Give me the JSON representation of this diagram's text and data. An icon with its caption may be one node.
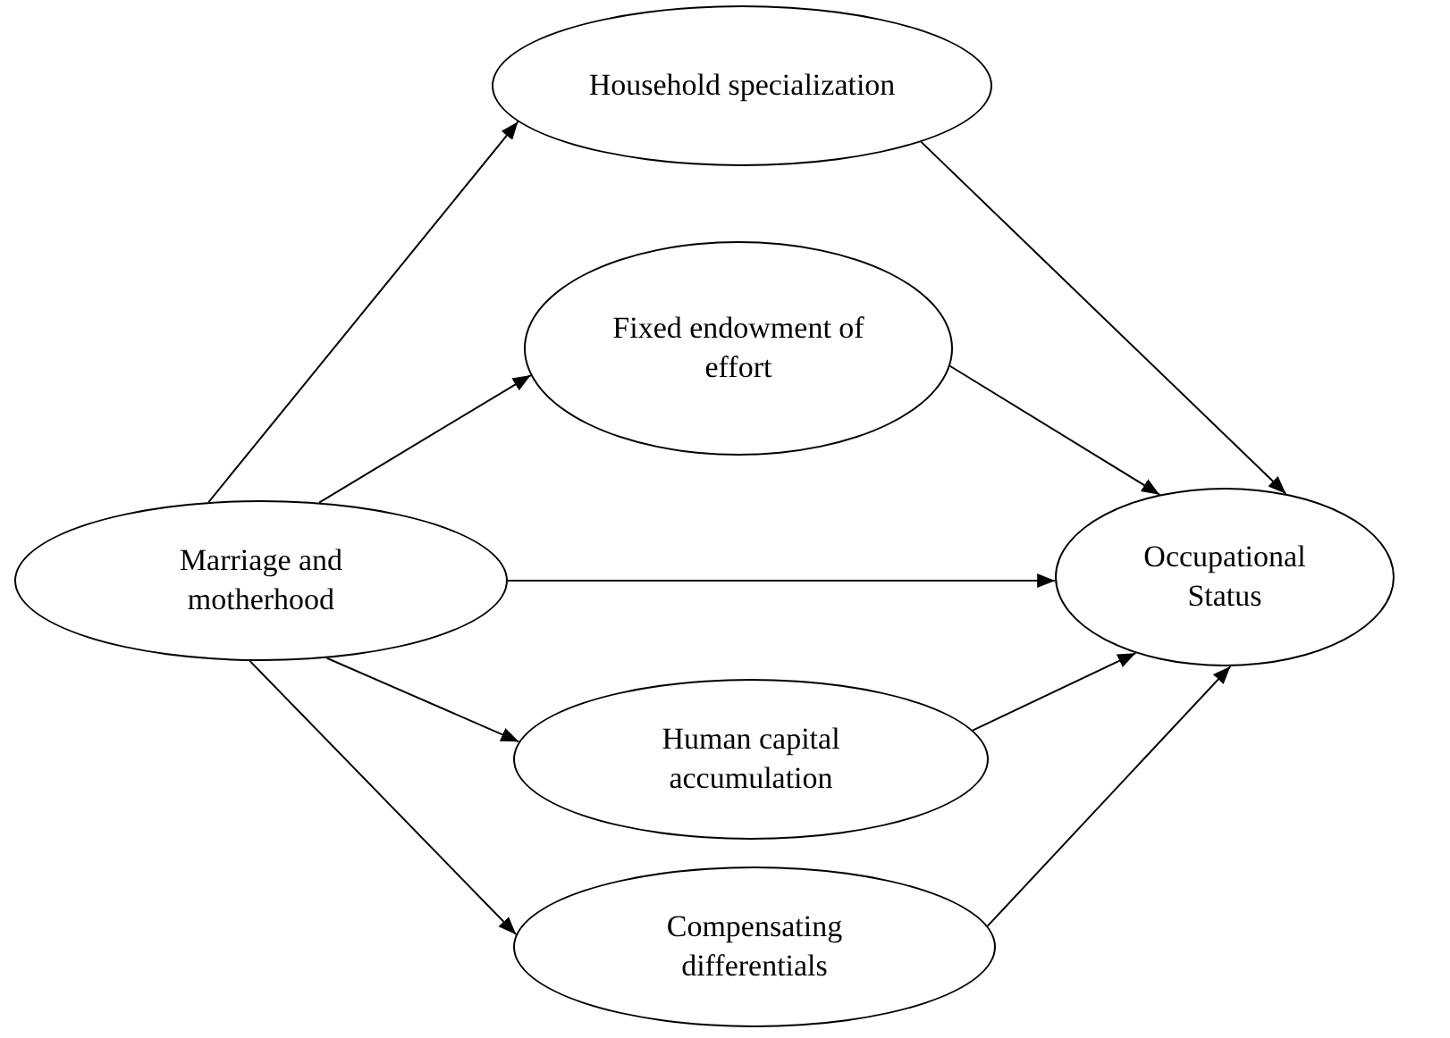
{
  "diagram": {
    "nodes": [
      {
        "text": [
          "Household specialization"
        ]
      },
      {
        "text": [
          "Fixed endowment of effort"
        ]
      },
      {
        "text": [
          "Marriage and motherhood"
        ]
      },
      {
        "text": [
          "Occupational Status"
        ]
      },
      {
        "text": [
          "Human capital accumulation"
        ]
      },
      {
        "text": [
          "Compensating differentials"
        ]
      }
    ],
    "edges": [
      {
        "from": 2,
        "to": 0,
        "arrow": "to"
      },
      {
        "from": 2,
        "to": 1,
        "arrow": "to"
      },
      {
        "from": 2,
        "to": 3,
        "arrow": "to"
      },
      {
        "from": 2,
        "to": 4,
        "arrow": "to"
      },
      {
        "from": 2,
        "to": 5,
        "arrow": "to"
      },
      {
        "from": 0,
        "to": 3,
        "arrow": "to"
      },
      {
        "from": 1,
        "to": 3,
        "arrow": "to"
      },
      {
        "from": 4,
        "to": 3,
        "arrow": "to"
      },
      {
        "from": 5,
        "to": 3,
        "arrow": "to"
      }
    ]
  }
}
